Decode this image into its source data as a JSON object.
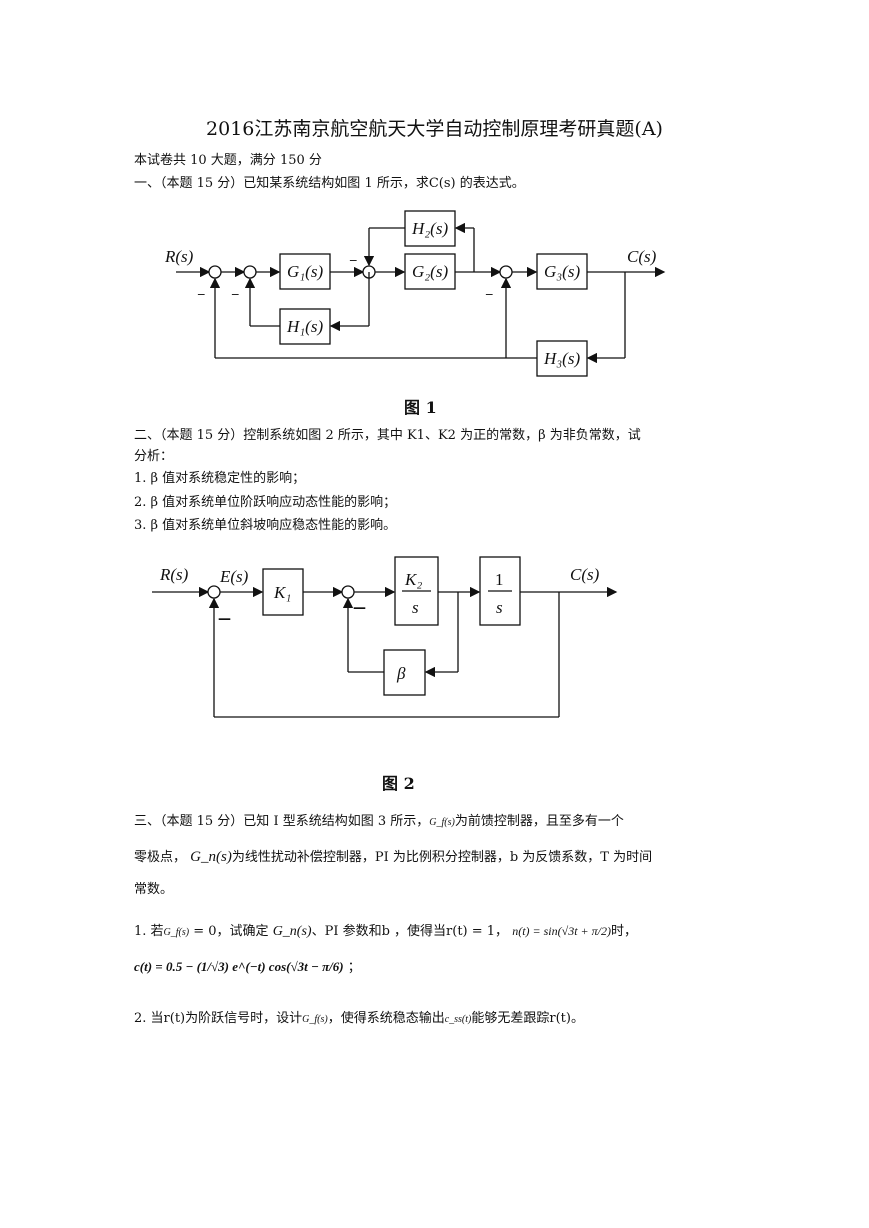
{
  "title": "2016江苏南京航空航天大学自动控制原理考研真题(A)",
  "intro": "本试卷共 10 大题，满分 150 分",
  "q1": {
    "text": "一、（本题 15 分）已知某系统结构如图 1 所示，求C(s) 的表达式。",
    "caption": "图 1",
    "labels": {
      "R": "R(s)",
      "C": "C(s)",
      "G1": "G₁(s)",
      "G2": "G₂(s)",
      "G3": "G₃(s)",
      "H1": "H₁(s)",
      "H2": "H₂(s)",
      "H3": "H₃(s)",
      "minus": "_"
    }
  },
  "q2": {
    "line1": "二、（本题 15 分）控制系统如图 2 所示，其中 K1、K2 为正的常数，β 为非负常数，试",
    "line2": "分析：",
    "items": [
      "1.  β 值对系统稳定性的影响；",
      "2.  β 值对系统单位阶跃响应动态性能的影响；",
      "3.  β 值对系统单位斜坡响应稳态性能的影响。"
    ],
    "caption": "图 2",
    "labels": {
      "R": "R(s)",
      "E": "E(s)",
      "C": "C(s)",
      "K1": "K₁",
      "K2": "K₂",
      "s": "s",
      "one": "1",
      "beta": "β",
      "minus": "—"
    }
  },
  "q3": {
    "l1a": "三、（本题 15 分）已知 I 型系统结构如图 3 所示，",
    "l1b": "为前馈控制器，且至多有一个",
    "l2a": "零极点，",
    "l2b": "为线性扰动补偿控制器，PI 为比例积分控制器，b 为反馈系数，T 为时间",
    "l3": "常数。",
    "s1a": "1. 若",
    "s1b": " = 0，试确定",
    "s1c": "、PI 参数和b ，使得当r(t) = 1，",
    "s1d": "时，",
    "s1e": "；",
    "s2a": "2. 当r(t)为阶跃信号时，设计",
    "s2b": "，使得系统稳态输出",
    "s2c": "能够无差跟踪r(t)。",
    "math": {
      "Gf": "G_f(s)",
      "Gn": "G_n(s)",
      "nt": "n(t) = sin(√3t + π/2)",
      "ct": "c(t) = 0.5 − (1/√3) e^(−t) cos(√3t − π/6)",
      "css": "c_ss(t)"
    }
  }
}
